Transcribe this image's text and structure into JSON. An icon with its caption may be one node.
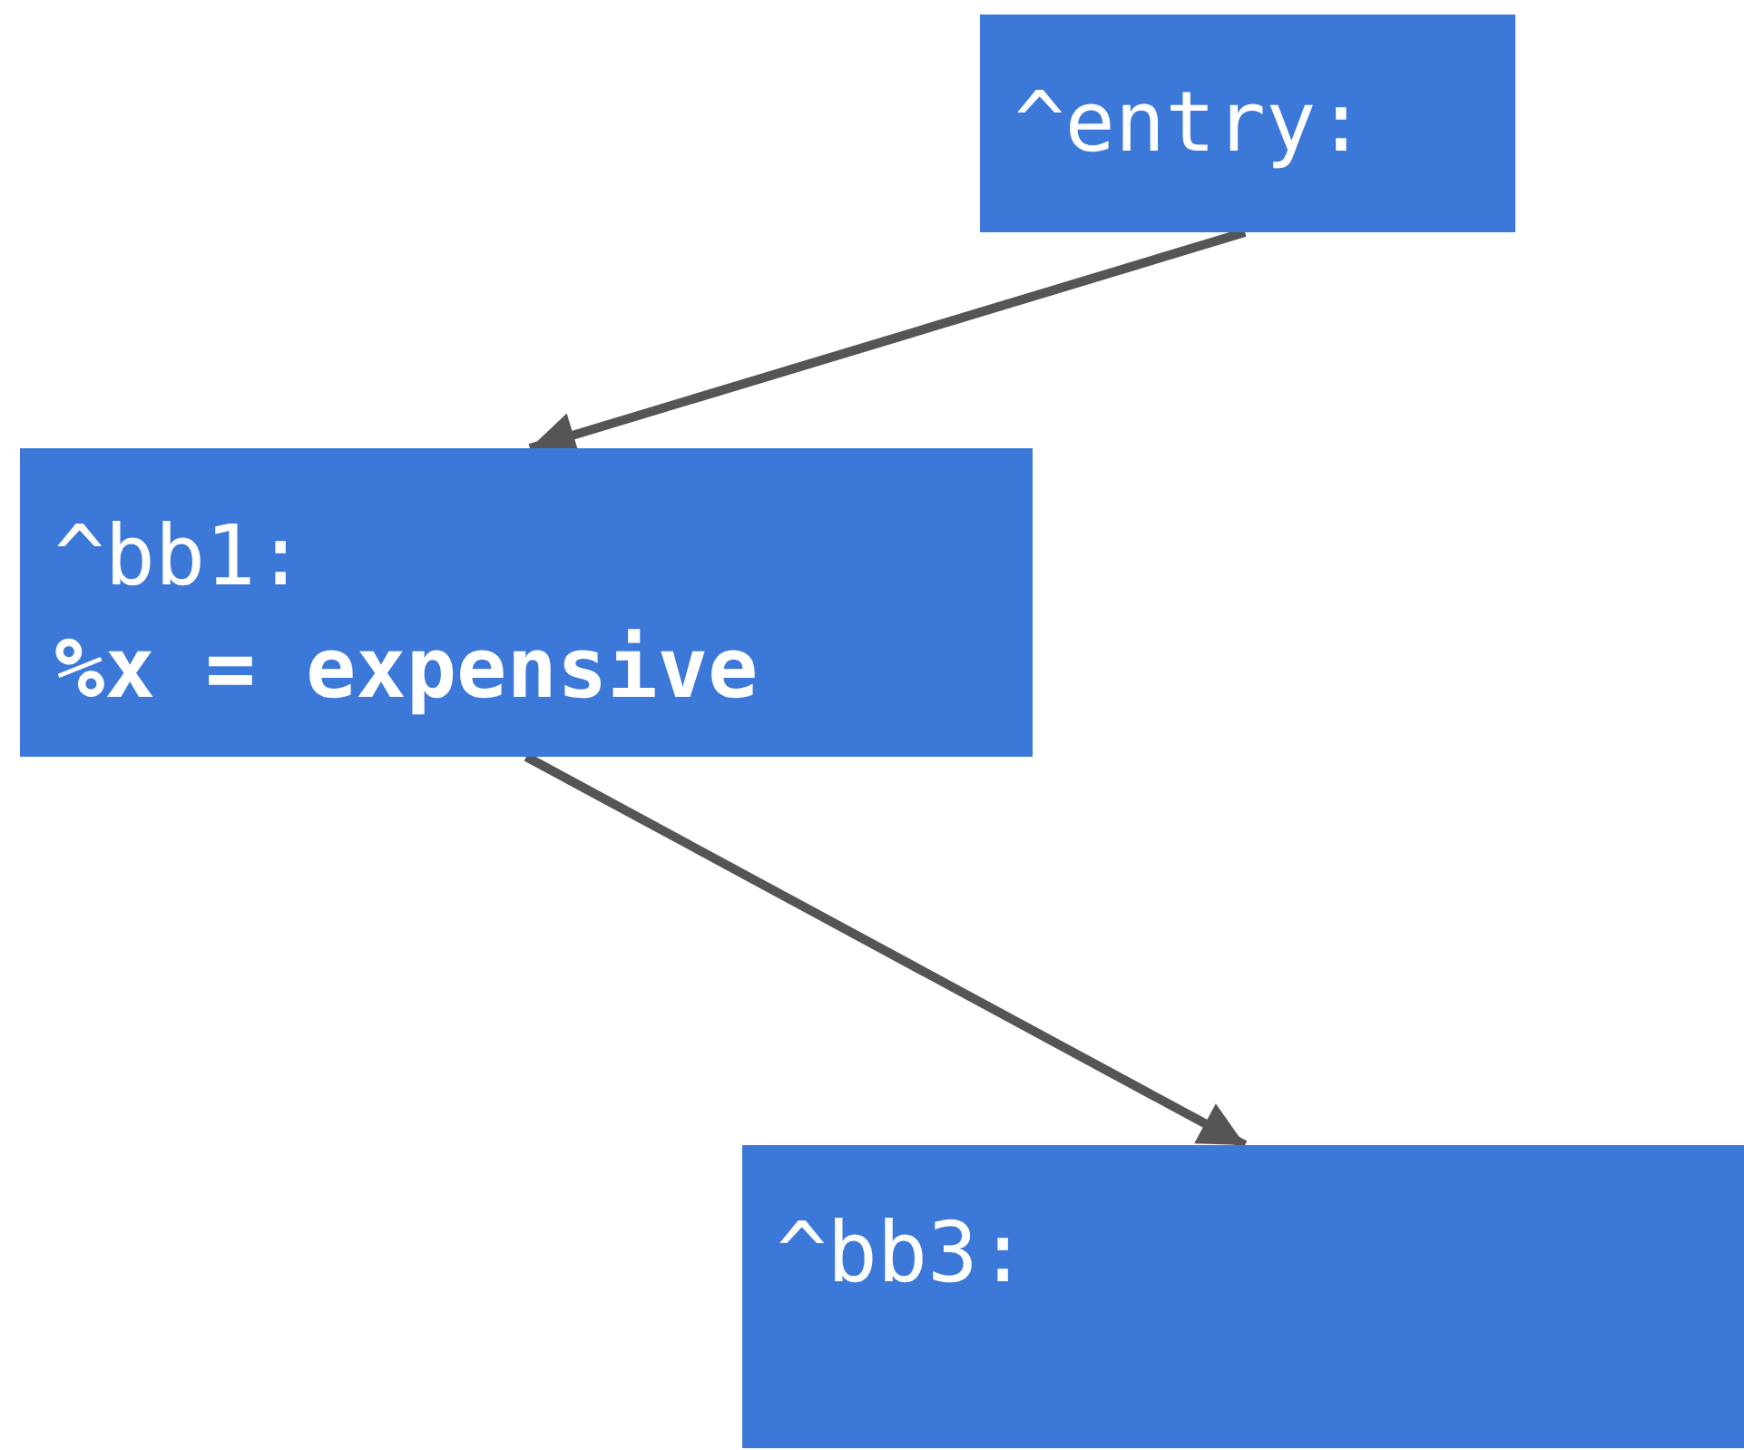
{
  "diagram": {
    "nodes": [
      {
        "text": [
          "^entry:"
        ]
      },
      {
        "text": [
          "^bb1:",
          "%x = expensive"
        ]
      },
      {
        "text": [
          "^bb3:"
        ]
      }
    ],
    "edges": [
      {
        "from": 0,
        "to": 1,
        "arrow": "to"
      },
      {
        "from": 1,
        "to": 2,
        "arrow": "to"
      }
    ]
  }
}
